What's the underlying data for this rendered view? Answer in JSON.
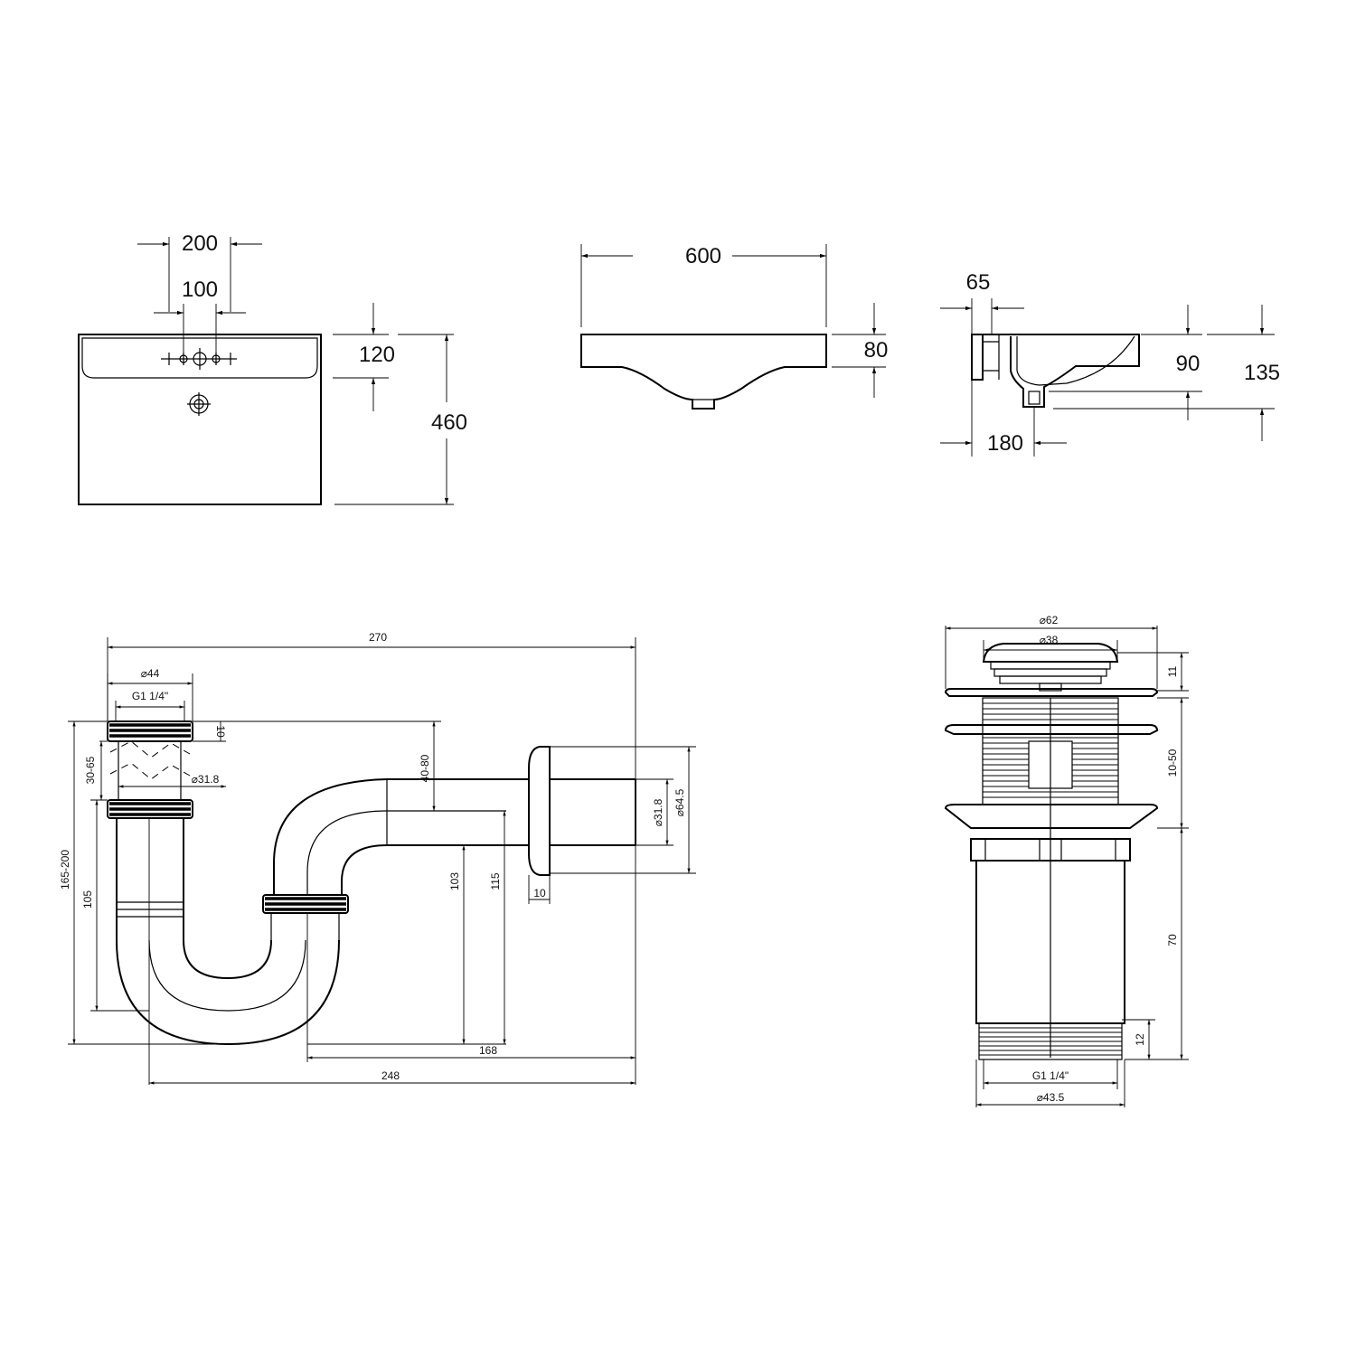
{
  "top_view": {
    "dim_200": "200",
    "dim_100": "100",
    "dim_120": "120",
    "dim_460": "460"
  },
  "front_view": {
    "dim_600": "600",
    "dim_80": "80"
  },
  "side_view": {
    "dim_65": "65",
    "dim_90": "90",
    "dim_135": "135",
    "dim_180": "180"
  },
  "siphon": {
    "dim_270": "270",
    "dim_d44": "⌀44",
    "dim_g114": "G1 1/4\"",
    "dim_10_top": "10",
    "dim_30_65": "30-65",
    "dim_d318_top": "⌀31.8",
    "dim_165_200": "165-200",
    "dim_105": "105",
    "dim_40_80": "40-80",
    "dim_103": "103",
    "dim_115": "115",
    "dim_10_flange": "10",
    "dim_d318_right": "⌀31.8",
    "dim_d645": "⌀64.5",
    "dim_168": "168",
    "dim_248": "248"
  },
  "drain_valve": {
    "dim_d62": "⌀62",
    "dim_d38": "⌀38",
    "dim_11": "11",
    "dim_10_50": "10-50",
    "dim_70": "70",
    "dim_12": "12",
    "dim_g114": "G1 1/4\"",
    "dim_d435": "⌀43.5"
  }
}
